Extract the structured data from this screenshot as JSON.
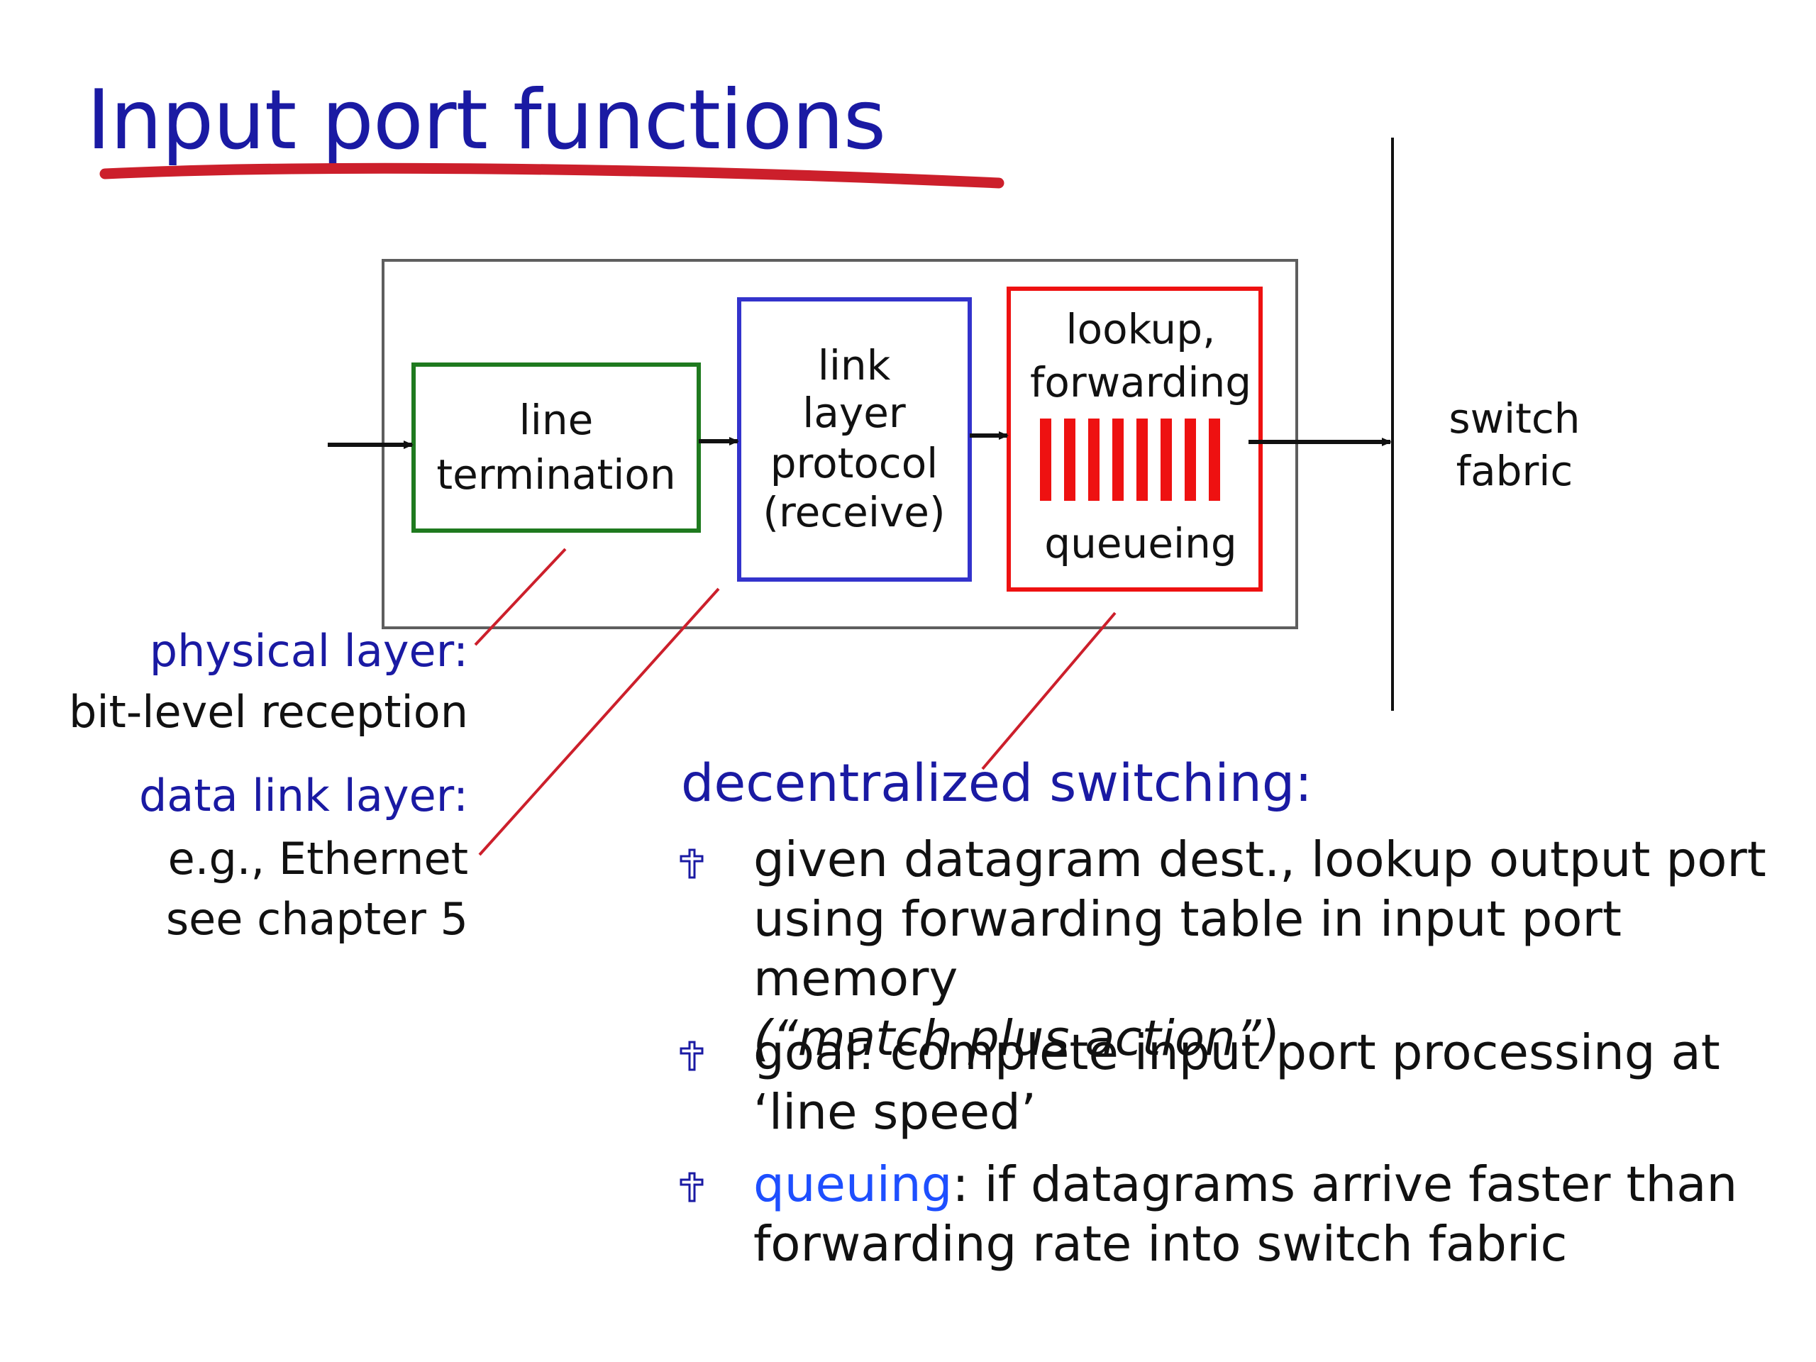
{
  "slide": {
    "title": "Input port functions"
  },
  "diagram": {
    "line_termination": {
      "line1": "line",
      "line2": "termination"
    },
    "link_layer": {
      "line1": "link",
      "line2": "layer",
      "line3": "protocol",
      "line4": "(receive)"
    },
    "lookup_box": {
      "line1": "lookup,",
      "line2": "forwarding",
      "queueing": "queueing"
    },
    "switch_fabric": {
      "line1": "switch",
      "line2": "fabric"
    }
  },
  "labels": {
    "physical_layer": "physical layer:",
    "bit_level": "bit-level reception",
    "data_link_layer": "data link layer:",
    "ethernet": "e.g., Ethernet",
    "chapter": "see chapter 5"
  },
  "decentralized": {
    "heading": "decentralized switching:",
    "bullet1_main": "given datagram dest., lookup output port using forwarding table in input port memory",
    "bullet1_italic": "(“match plus action”)",
    "bullet2": "goal: complete input port processing at ‘line speed’",
    "bullet3_keyword": "queuing",
    "bullet3_rest": ": if datagrams arrive faster than forwarding rate into switch fabric"
  },
  "colors": {
    "title_blue": "#1a1aa3",
    "keyword_blue": "#1e4fff",
    "underline_red": "#cc1f2b",
    "line_termination_green": "#1f7a1f",
    "link_layer_blue": "#3333cc",
    "queue_red": "#ee1111"
  },
  "icons": {
    "bullet": "outline-cross-bullet"
  }
}
